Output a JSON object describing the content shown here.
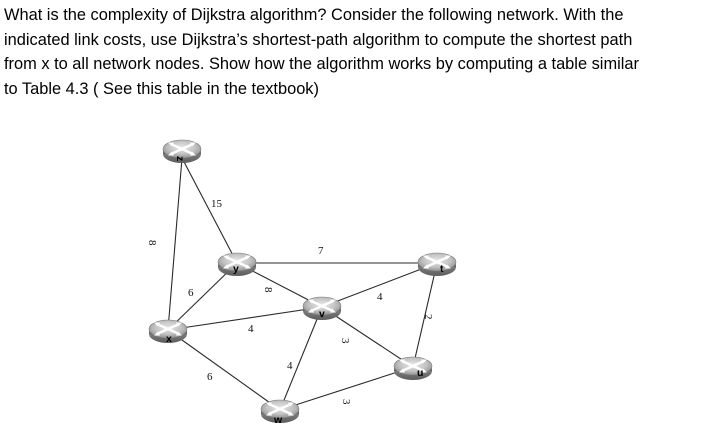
{
  "question": {
    "lines": [
      "What is the complexity of Dijkstra algorithm? Consider the following network. With the",
      "indicated link costs, use Dijkstra’s shortest-path algorithm to compute the shortest path",
      "from x to all network nodes. Show how the algorithm works by computing a table similar",
      "to Table 4.3 ( See this table in the textbook)"
    ]
  },
  "network": {
    "nodes": {
      "z": "z",
      "y": "y",
      "t": "t",
      "v": "v",
      "x": "x",
      "u": "u",
      "w": "w"
    },
    "edges": {
      "z_x": "8",
      "z_y": "15",
      "y_t": "7",
      "y_x": "6",
      "y_v": "8",
      "t_v": "4",
      "t_u": "2",
      "x_v": "4",
      "x_w": "6",
      "v_w": "4",
      "v_u": "3",
      "w_u": "3"
    }
  }
}
